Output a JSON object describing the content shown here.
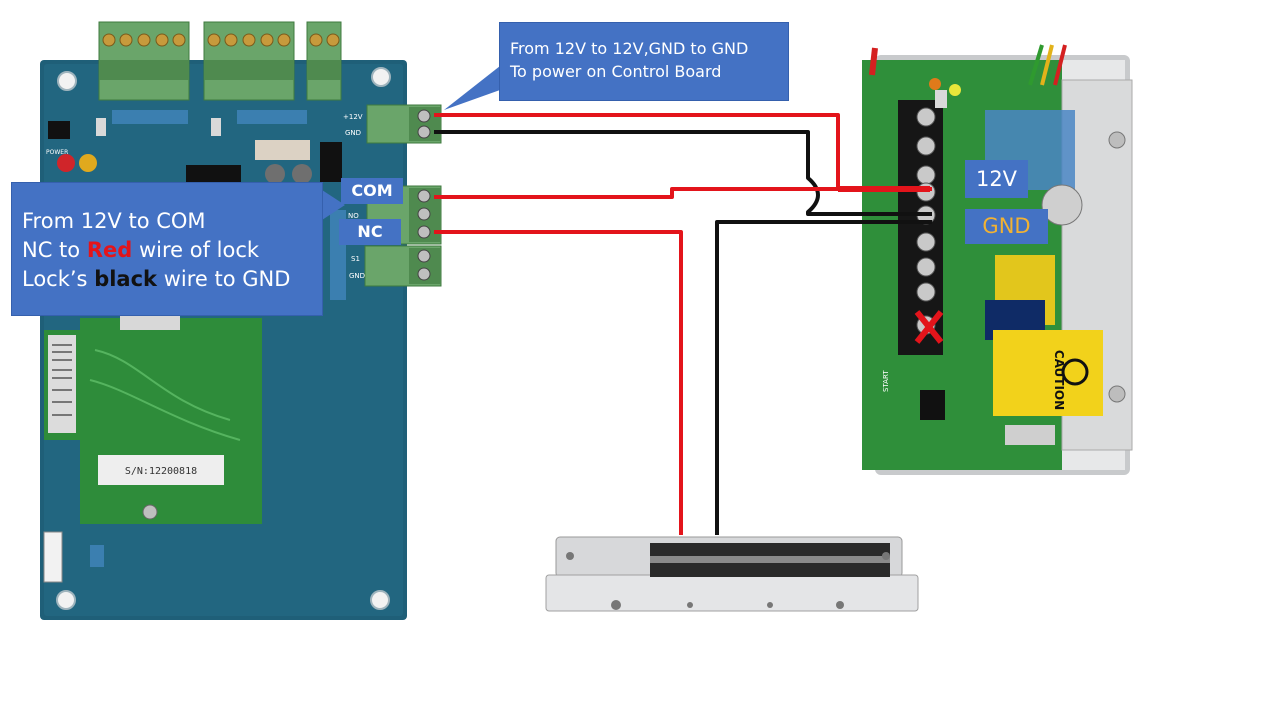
{
  "callouts": {
    "power": {
      "line1": "From 12V to 12V,GND to GND",
      "line2": "To power on Control Board"
    },
    "lock": {
      "line1": "From 12V to COM",
      "line2_pre": "NC to ",
      "line2_red": "Red",
      "line2_post": " wire of lock",
      "line3_pre": "Lock’s ",
      "line3_bold": "black",
      "line3_post": " wire to GND"
    }
  },
  "tags": {
    "com": "COM",
    "nc": "NC",
    "supply_12v": "12V",
    "supply_gnd": "GND"
  },
  "board_labels": {
    "power": "POWER",
    "plus12v": "+12V",
    "gnd": "GND",
    "no": "NO",
    "s1": "S1",
    "gnd2": "GND",
    "serial": "S/N:12200818"
  },
  "psu_labels": {
    "caution": "CAUTION",
    "start": "START"
  },
  "colors": {
    "callout": "#4472c4",
    "board": "#1f5f78",
    "wire_red": "#e3141b",
    "wire_black": "#111111",
    "psu_board": "#2f8f3a",
    "terminal_green": "#5c9a5c",
    "caution_yellow": "#f2d21b",
    "gnd_text": "#f2b233"
  }
}
